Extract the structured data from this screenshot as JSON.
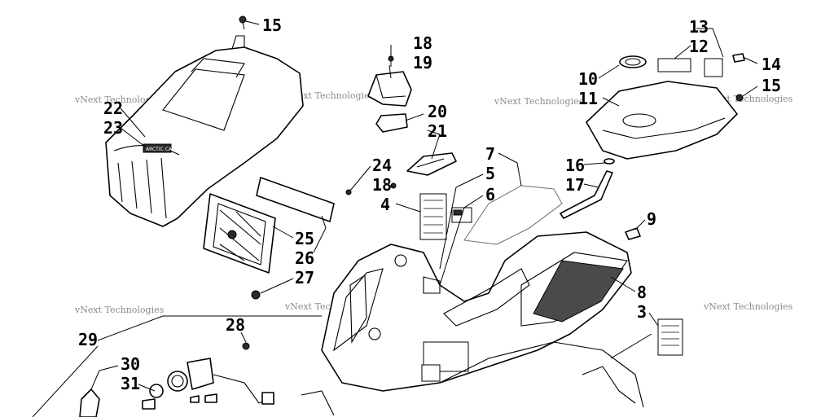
{
  "watermark": "vNext Technologies",
  "badge_text": "ARCTIC CAT",
  "callouts": [
    "15",
    "18",
    "19",
    "13",
    "12",
    "14",
    "10",
    "22",
    "23",
    "20",
    "21",
    "11",
    "15",
    "24",
    "18",
    "4",
    "5",
    "6",
    "7",
    "16",
    "17",
    "9",
    "25",
    "26",
    "27",
    "8",
    "3",
    "28",
    "29",
    "30",
    "31"
  ]
}
